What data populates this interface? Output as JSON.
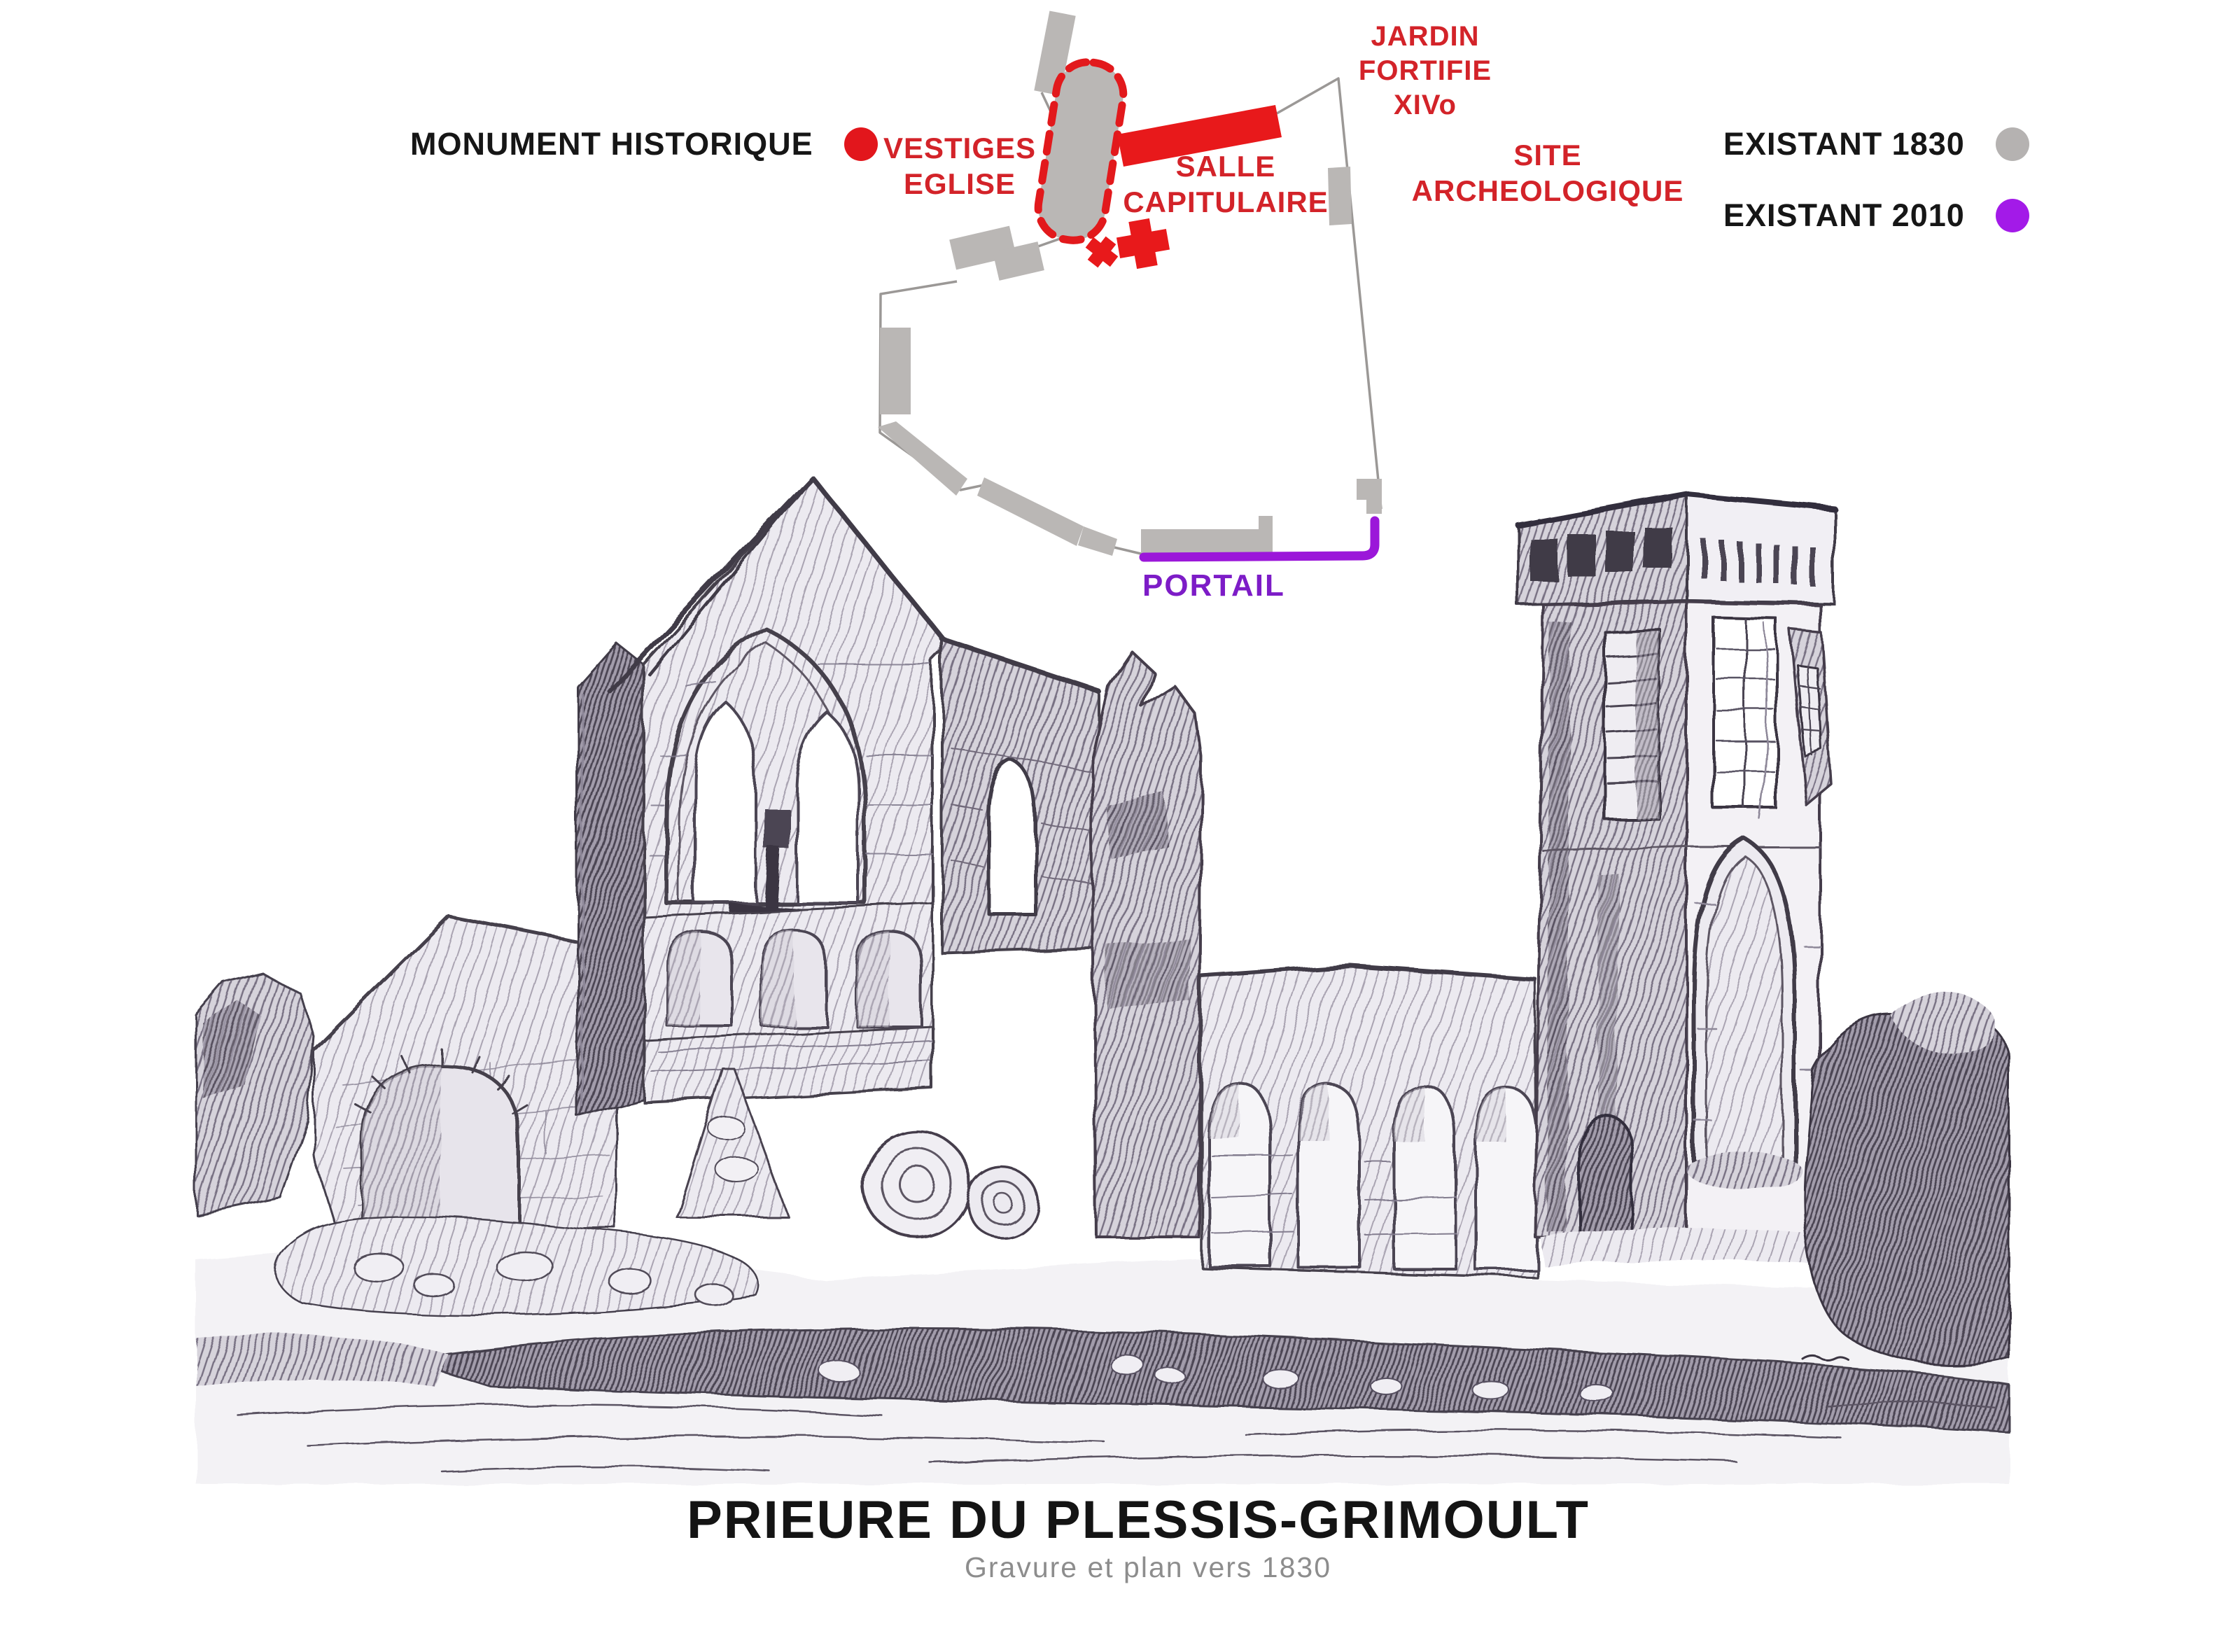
{
  "legend": {
    "monument": {
      "label": "MONUMENT HISTORIQUE",
      "color": "#e2161c"
    },
    "existant_1830": {
      "label": "EXISTANT 1830",
      "color": "#b5b2b1"
    },
    "existant_2010": {
      "label": "EXISTANT 2010",
      "color": "#a31ae8"
    }
  },
  "plan": {
    "labels": {
      "vestiges_eglise": {
        "line1": "VESTIGES",
        "line2": "EGLISE"
      },
      "salle_capitulaire": {
        "line1": "SALLE",
        "line2": "CAPITULAIRE"
      },
      "jardin_fortifie": {
        "line1": "JARDIN",
        "line2": "FORTIFIE",
        "line3": "XIVo"
      },
      "site_archeologique": {
        "line1": "SITE",
        "line2": "ARCHEOLOGIQUE"
      },
      "portail": {
        "label": "PORTAIL"
      }
    },
    "colors": {
      "shape_red": "#e8191b",
      "label_red": "#d32329",
      "wall_gray": "#bab7b5",
      "outline_gray": "#9b9896",
      "portal_purple": "#9b17d9",
      "label_purple": "#7d1cc7"
    }
  },
  "footer": {
    "title": "PRIEURE DU PLESSIS-GRIMOULT",
    "subtitle": "Gravure et plan vers 1830"
  }
}
